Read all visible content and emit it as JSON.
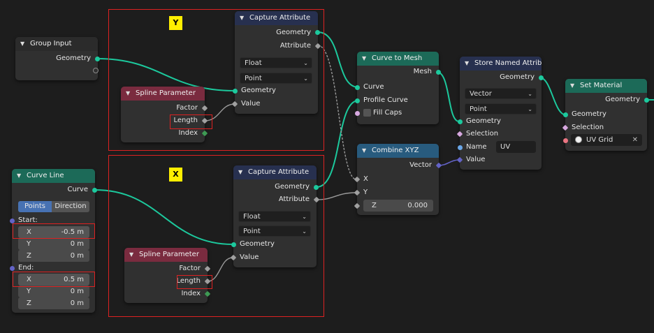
{
  "tags": {
    "y": "Y",
    "x": "X"
  },
  "group_input": {
    "title": "Group Input",
    "out_geometry": "Geometry"
  },
  "capture_y": {
    "title": "Capture Attribute",
    "out_geometry": "Geometry",
    "out_attribute": "Attribute",
    "type": "Float",
    "domain": "Point",
    "in_geometry": "Geometry",
    "in_value": "Value"
  },
  "spline_y": {
    "title": "Spline Parameter",
    "factor": "Factor",
    "length": "Length",
    "index": "Index"
  },
  "curve_line": {
    "title": "Curve Line",
    "out_curve": "Curve",
    "mode_points": "Points",
    "mode_direction": "Direction",
    "start_label": "Start:",
    "end_label": "End:",
    "start": [
      {
        "axis": "X",
        "value": "-0.5 m"
      },
      {
        "axis": "Y",
        "value": "0 m"
      },
      {
        "axis": "Z",
        "value": "0 m"
      }
    ],
    "end": [
      {
        "axis": "X",
        "value": "0.5 m"
      },
      {
        "axis": "Y",
        "value": "0 m"
      },
      {
        "axis": "Z",
        "value": "0 m"
      }
    ]
  },
  "capture_x": {
    "title": "Capture Attribute",
    "out_geometry": "Geometry",
    "out_attribute": "Attribute",
    "type": "Float",
    "domain": "Point",
    "in_geometry": "Geometry",
    "in_value": "Value"
  },
  "spline_x": {
    "title": "Spline Parameter",
    "factor": "Factor",
    "length": "Length",
    "index": "Index"
  },
  "curve_to_mesh": {
    "title": "Curve to Mesh",
    "out_mesh": "Mesh",
    "in_curve": "Curve",
    "in_profile": "Profile Curve",
    "fill_caps": "Fill Caps"
  },
  "combine_xyz": {
    "title": "Combine XYZ",
    "out_vector": "Vector",
    "in_x": "X",
    "in_y": "Y",
    "z_label": "Z",
    "z_value": "0.000"
  },
  "store_named": {
    "title": "Store Named Attrib...",
    "out_geometry": "Geometry",
    "data_type": "Vector",
    "domain": "Point",
    "in_geometry": "Geometry",
    "in_selection": "Selection",
    "name_label": "Name",
    "name_value": "UV",
    "in_value": "Value"
  },
  "set_material": {
    "title": "Set Material",
    "out_geometry": "Geometry",
    "in_geometry": "Geometry",
    "in_selection": "Selection",
    "material": "UV Grid"
  },
  "colors": {
    "geometry_socket": "#1cc99d",
    "float_socket": "#a0a0a0",
    "vector_socket": "#6363c7",
    "highlight_box": "#dd2222",
    "tag_bg": "#ffee00"
  }
}
